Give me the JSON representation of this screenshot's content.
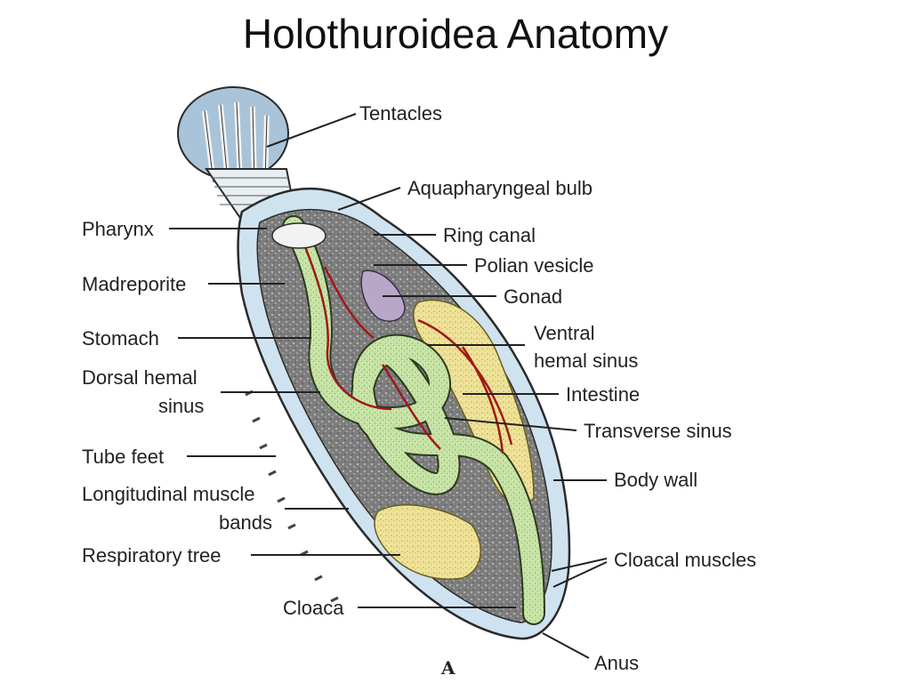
{
  "title": "Holothuroidea Anatomy",
  "figure_label": "A",
  "labels": {
    "tentacles": "Tentacles",
    "aquapharyngeal_bulb": "Aquapharyngeal bulb",
    "ring_canal": "Ring canal",
    "polian_vesicle": "Polian vesicle",
    "gonad": "Gonad",
    "ventral_hemal_sinus_1": "Ventral",
    "ventral_hemal_sinus_2": "hemal sinus",
    "intestine": "Intestine",
    "transverse_sinus": "Transverse sinus",
    "body_wall": "Body wall",
    "cloacal_muscles": "Cloacal muscles",
    "anus": "Anus",
    "pharynx": "Pharynx",
    "madreporite": "Madreporite",
    "stomach": "Stomach",
    "dorsal_hemal_sinus_1": "Dorsal hemal",
    "dorsal_hemal_sinus_2": "sinus",
    "tube_feet": "Tube feet",
    "longitudinal_muscle_bands_1": "Longitudinal muscle",
    "longitudinal_muscle_bands_2": "bands",
    "respiratory_tree": "Respiratory tree",
    "cloaca": "Cloaca"
  },
  "colors": {
    "body_wall": "#cfe2ef",
    "cavity": "#8c8c8c",
    "gut": "#c7e3a6",
    "gonad": "#efe39a",
    "vessel": "#a01818",
    "tentacles": "#a9c4d9",
    "vesicle": "#b9a7c9"
  }
}
